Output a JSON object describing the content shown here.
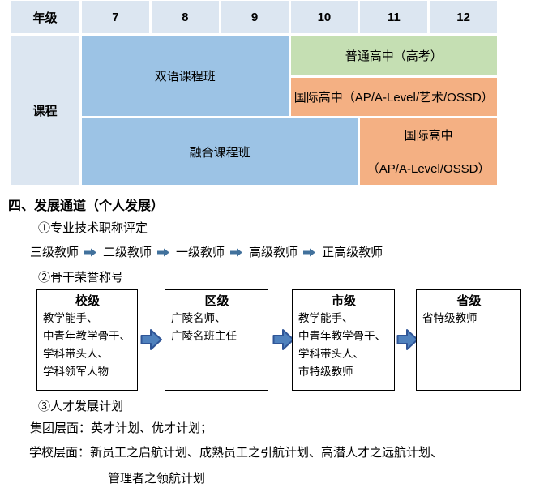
{
  "table": {
    "header": {
      "label": "年级",
      "grades": [
        "7",
        "8",
        "9",
        "10",
        "11",
        "12"
      ]
    },
    "row_label": "课程",
    "cells": {
      "bilingual": "双语课程班",
      "regular_hs": "普通高中（高考）",
      "intl_hs_art": "国际高中（AP/A-Level/艺术/OSSD）",
      "fusion": "融合课程班",
      "intl_line1": "国际高中",
      "intl_line2": "（AP/A-Level/OSSD）"
    }
  },
  "section": {
    "title": "四、发展通道（个人发展）",
    "item1": "①专业技术职称评定",
    "career": [
      "三级教师",
      "二级教师",
      "一级教师",
      "高级教师",
      "正高级教师"
    ],
    "item2": "②骨干荣誉称号",
    "boxes": [
      {
        "title": "校级",
        "lines": [
          "教学能手、",
          "中青年教学骨干、",
          "学科带头人、",
          "学科领军人物"
        ]
      },
      {
        "title": "区级",
        "lines": [
          "广陵名师、",
          "广陵名班主任"
        ]
      },
      {
        "title": "市级",
        "lines": [
          "教学能手、",
          "中青年教学骨干、",
          "学科带头人、",
          "市特级教师"
        ]
      },
      {
        "title": "省级",
        "lines": [
          "省特级教师"
        ]
      }
    ],
    "item3": "③人才发展计划",
    "group_line": "集团层面：英才计划、优才计划；",
    "school_line": "学校层面：新员工之启航计划、成熟员工之引航计划、高潜人才之远航计划、",
    "school_line2": "管理者之领航计划"
  },
  "colors": {
    "header_bg": "#dce6f1",
    "blue_cell": "#9cc3e5",
    "green_cell": "#c5dfb3",
    "orange_cell": "#f4b083",
    "small_arrow": "#41719c",
    "big_arrow_fill": "#4f81bd",
    "big_arrow_stroke": "#2f5597"
  }
}
